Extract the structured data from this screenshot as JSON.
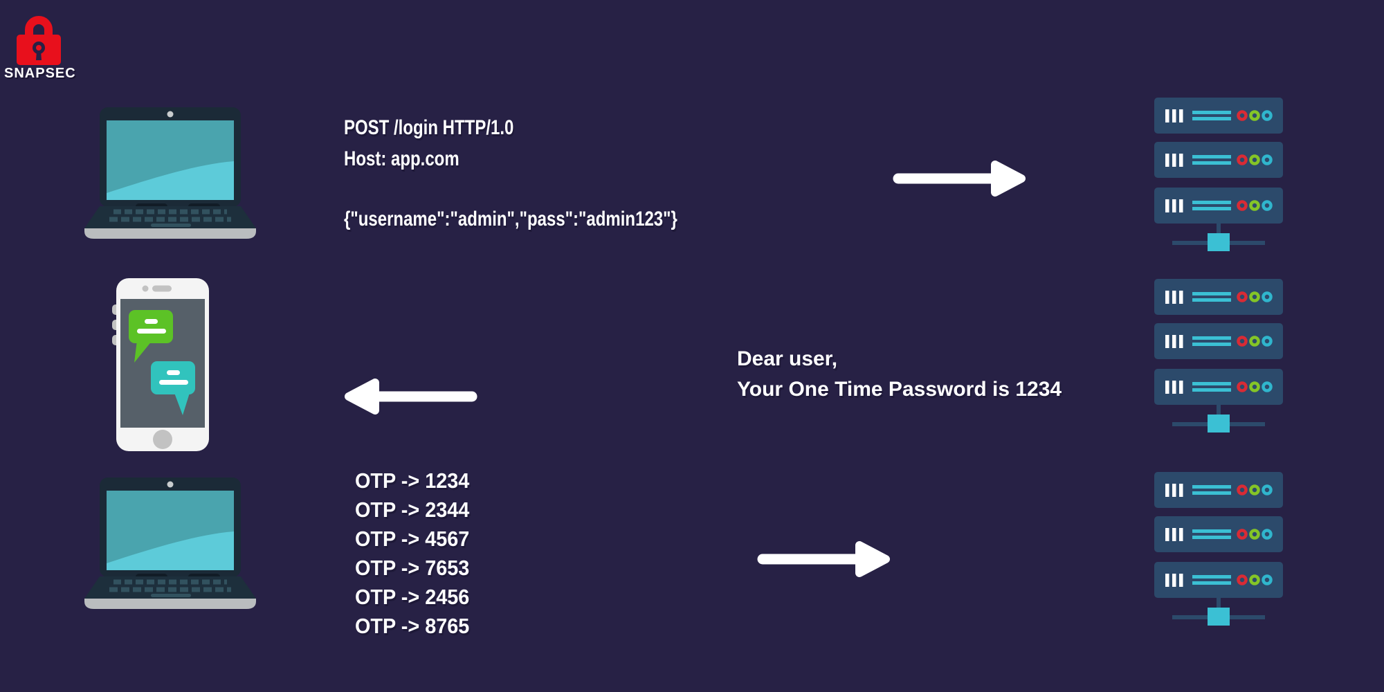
{
  "logo": {
    "brand": "SNAPSEC"
  },
  "request_block": {
    "line1": "POST /login HTTP/1.0",
    "line2": "Host: app.com",
    "line3": "{\"username\":\"admin\",\"pass\":\"admin123\"}"
  },
  "sms_block": {
    "line1": "Dear user,",
    "line2": "Your One Time Password is 1234"
  },
  "otp_block": {
    "items": [
      "OTP -> 1234",
      "OTP -> 2344",
      "OTP -> 4567",
      "OTP -> 7653",
      "OTP -> 2456",
      "OTP -> 8765"
    ]
  },
  "icons": {
    "logo": "padlock-icon",
    "top_left": "laptop-icon",
    "middle_left": "smartphone-sms-icon",
    "bottom_left": "laptop-icon",
    "right_column": "server-rack-icon",
    "flow_top": "arrow-right-icon",
    "flow_middle": "arrow-left-icon",
    "flow_bottom": "arrow-right-icon"
  },
  "colors": {
    "background": "#272145",
    "text": "#ffffff",
    "lock_red": "#e8101c",
    "laptop_body": "#1b2a37",
    "laptop_screen": "#4aa4ae",
    "laptop_screen_light": "#5dcbd9",
    "phone_body": "#f4f4f4",
    "phone_screen": "#566069",
    "bubble_green": "#5cc226",
    "bubble_teal": "#31c3bd",
    "server_body": "#2c4a6b",
    "server_teal": "#3bc0d4",
    "led_red": "#d92b35",
    "led_green": "#84c527",
    "led_teal": "#30b6cd"
  }
}
